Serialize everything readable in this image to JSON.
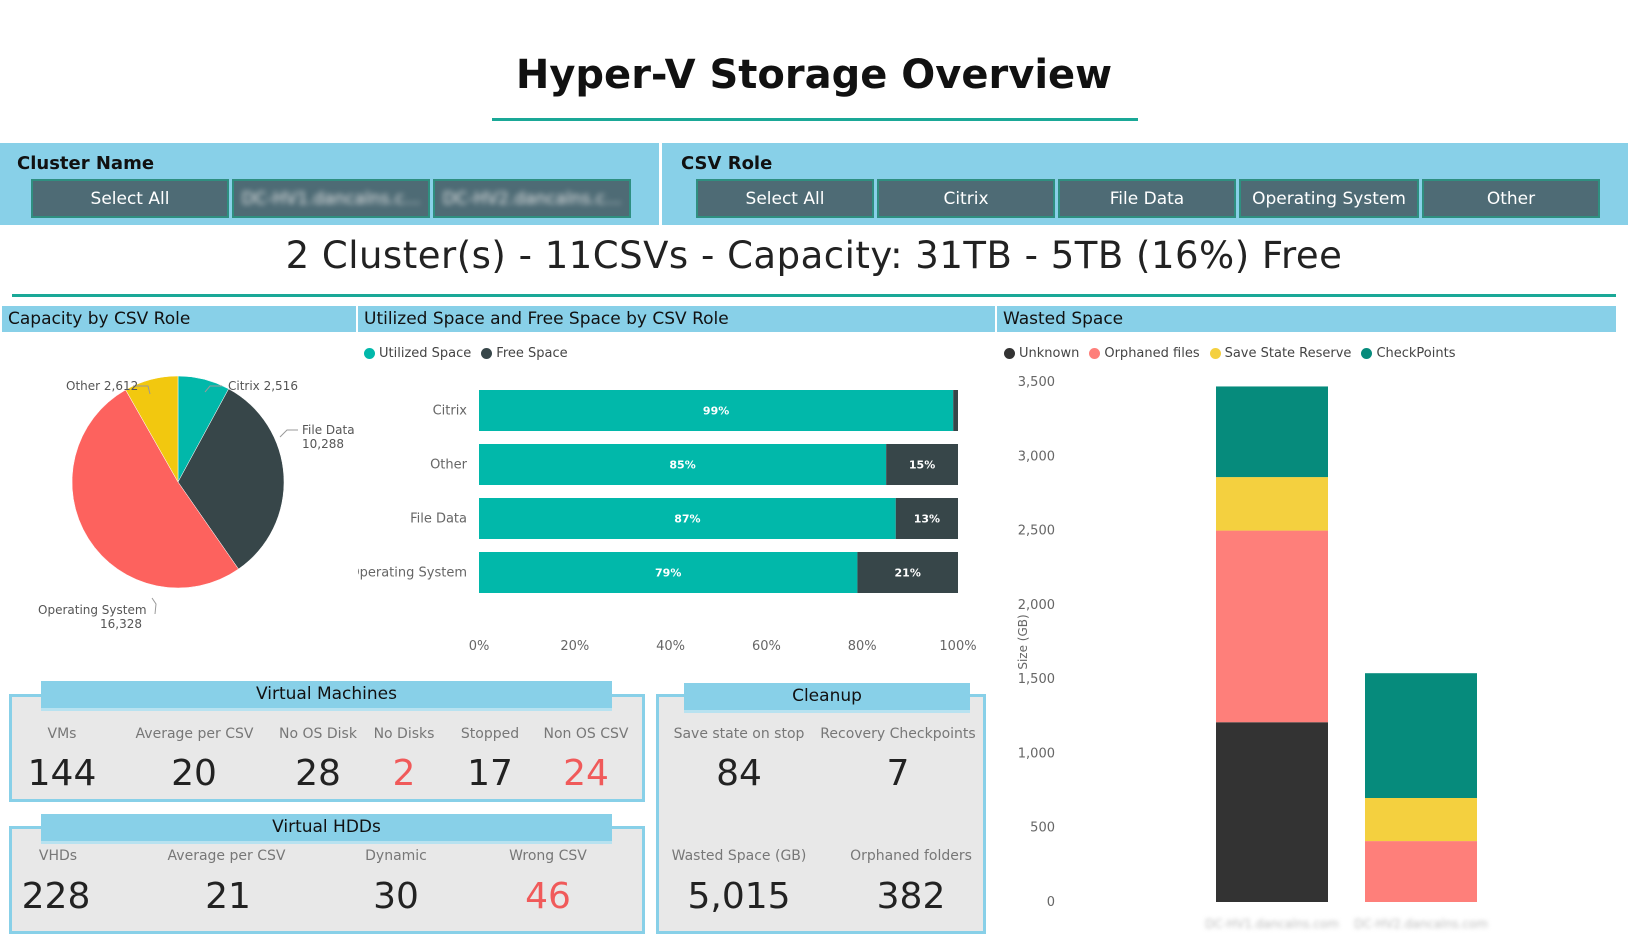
{
  "title": "Hyper-V Storage Overview",
  "slicers": {
    "cluster": {
      "label": "Cluster Name",
      "buttons": [
        "Select All",
        "DC-HV1.dancalns.c...",
        "DC-HV2.dancalns.c..."
      ]
    },
    "csv_role": {
      "label": "CSV Role",
      "buttons": [
        "Select All",
        "Citrix",
        "File Data",
        "Operating System",
        "Other"
      ]
    }
  },
  "summary": "2 Cluster(s) - 11CSVs - Capacity: 31TB - 5TB (16%) Free",
  "panels": {
    "capacity": "Capacity by CSV Role",
    "utilized": "Utilized Space and Free Space by CSV Role",
    "wasted": "Wasted Space"
  },
  "colors": {
    "teal": "#01b8aa",
    "dark": "#374649",
    "red": "#fd625e",
    "yellow": "#f2c80f",
    "salmon": "#fe7f7a",
    "gold": "#f4d03f",
    "darkteal": "#068b7c",
    "black": "#333333",
    "accent": "#88d0e8",
    "kpi_red": "#f05a5a"
  },
  "chart_data": [
    {
      "type": "pie",
      "title": "Capacity by CSV Role",
      "slices": [
        {
          "label": "Citrix",
          "value": 2516,
          "display": "Citrix 2,516",
          "color": "#01b8aa"
        },
        {
          "label": "File Data",
          "value": 10288,
          "display_lines": [
            "File Data",
            "10,288"
          ],
          "color": "#374649"
        },
        {
          "label": "Operating System",
          "value": 16328,
          "display_lines": [
            "Operating System",
            "16,328"
          ],
          "color": "#fd625e"
        },
        {
          "label": "Other",
          "value": 2612,
          "display": "Other 2,612",
          "color": "#f2c80f"
        }
      ]
    },
    {
      "type": "bar",
      "orientation": "horizontal",
      "stacked": "100%",
      "title": "Utilized Space and Free Space by CSV Role",
      "categories": [
        "Citrix",
        "Other",
        "File Data",
        "Operating System"
      ],
      "series": [
        {
          "name": "Utilized Space",
          "values": [
            99,
            85,
            87,
            79
          ],
          "color": "#01b8aa"
        },
        {
          "name": "Free Space",
          "values": [
            1,
            15,
            13,
            21
          ],
          "color": "#374649"
        }
      ],
      "value_labels": [
        [
          "99%",
          ""
        ],
        [
          "85%",
          "15%"
        ],
        [
          "87%",
          "13%"
        ],
        [
          "79%",
          "21%"
        ]
      ],
      "x_ticks": [
        "0%",
        "20%",
        "40%",
        "60%",
        "80%",
        "100%"
      ],
      "legend": "top-left"
    },
    {
      "type": "bar",
      "stacked": true,
      "title": "Wasted Space",
      "categories": [
        "DC-HV1.dancalns.com",
        "DC-HV2.dancalns.com"
      ],
      "series": [
        {
          "name": "Unknown",
          "values": [
            1210,
            0
          ],
          "color": "#333333"
        },
        {
          "name": "Orphaned files",
          "values": [
            1290,
            410
          ],
          "color": "#fe7f7a"
        },
        {
          "name": "Save State Reserve",
          "values": [
            360,
            290
          ],
          "color": "#f4d03f"
        },
        {
          "name": "CheckPoints",
          "values": [
            610,
            840
          ],
          "color": "#068b7c"
        }
      ],
      "ylabel": "Size (GB)",
      "ylim": [
        0,
        3500
      ],
      "y_ticks": [
        "0",
        "500",
        "1,000",
        "1,500",
        "2,000",
        "2,500",
        "3,000",
        "3,500"
      ],
      "legend": "top-left"
    }
  ],
  "vm_card": {
    "title": "Virtual Machines",
    "kpis": [
      {
        "label": "VMs",
        "value": "144"
      },
      {
        "label": "Average per CSV",
        "value": "20"
      },
      {
        "label": "No OS Disk",
        "value": "28"
      },
      {
        "label": "No Disks",
        "value": "2"
      },
      {
        "label": "Stopped",
        "value": "17"
      },
      {
        "label": "Non OS CSV",
        "value": "24"
      }
    ]
  },
  "hdd_card": {
    "title": "Virtual HDDs",
    "kpis": [
      {
        "label": "VHDs",
        "value": "228"
      },
      {
        "label": "Average per CSV",
        "value": "21"
      },
      {
        "label": "Dynamic",
        "value": "30"
      },
      {
        "label": "Wrong CSV",
        "value": "46"
      }
    ]
  },
  "cleanup_card": {
    "title": "Cleanup",
    "kpis": [
      {
        "label": "Save state on stop",
        "value": "84"
      },
      {
        "label": "Recovery Checkpoints",
        "value": "7"
      },
      {
        "label": "Wasted Space (GB)",
        "value": "5,015"
      },
      {
        "label": "Orphaned folders",
        "value": "382"
      }
    ]
  }
}
